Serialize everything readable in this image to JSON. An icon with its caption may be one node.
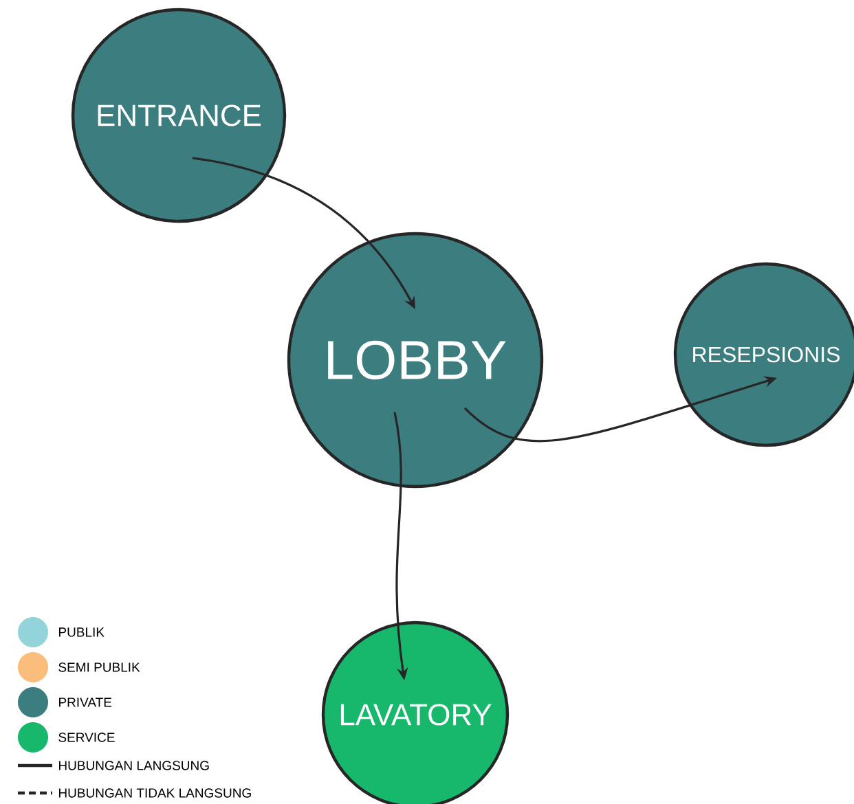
{
  "diagram": {
    "nodes": [
      {
        "text": [
          "ENTRANCE"
        ]
      },
      {
        "text": [
          "LOBBY"
        ]
      },
      {
        "text": [
          "RESEPSIONIS"
        ]
      },
      {
        "text": [
          "LAVATORY"
        ]
      }
    ],
    "edges": [
      {
        "from": 0,
        "to": 1,
        "arrow": "to"
      },
      {
        "from": 1,
        "to": 3,
        "arrow": "to"
      },
      {
        "from": 1,
        "to": 2,
        "arrow": "to"
      }
    ],
    "legend": [
      {
        "text": "PUBLIK",
        "color": "#93d3da"
      },
      {
        "text": "SEMI PUBLIK",
        "color": "#fbbd7b"
      },
      {
        "text": "PRIVATE",
        "color": "#3c7d80"
      },
      {
        "text": "SERVICE",
        "color": "#17b76c"
      },
      {
        "text": "HUBUNGAN LANGSUNG"
      },
      {
        "text": "HUBUNGAN TIDAK LANGSUNG"
      }
    ]
  }
}
